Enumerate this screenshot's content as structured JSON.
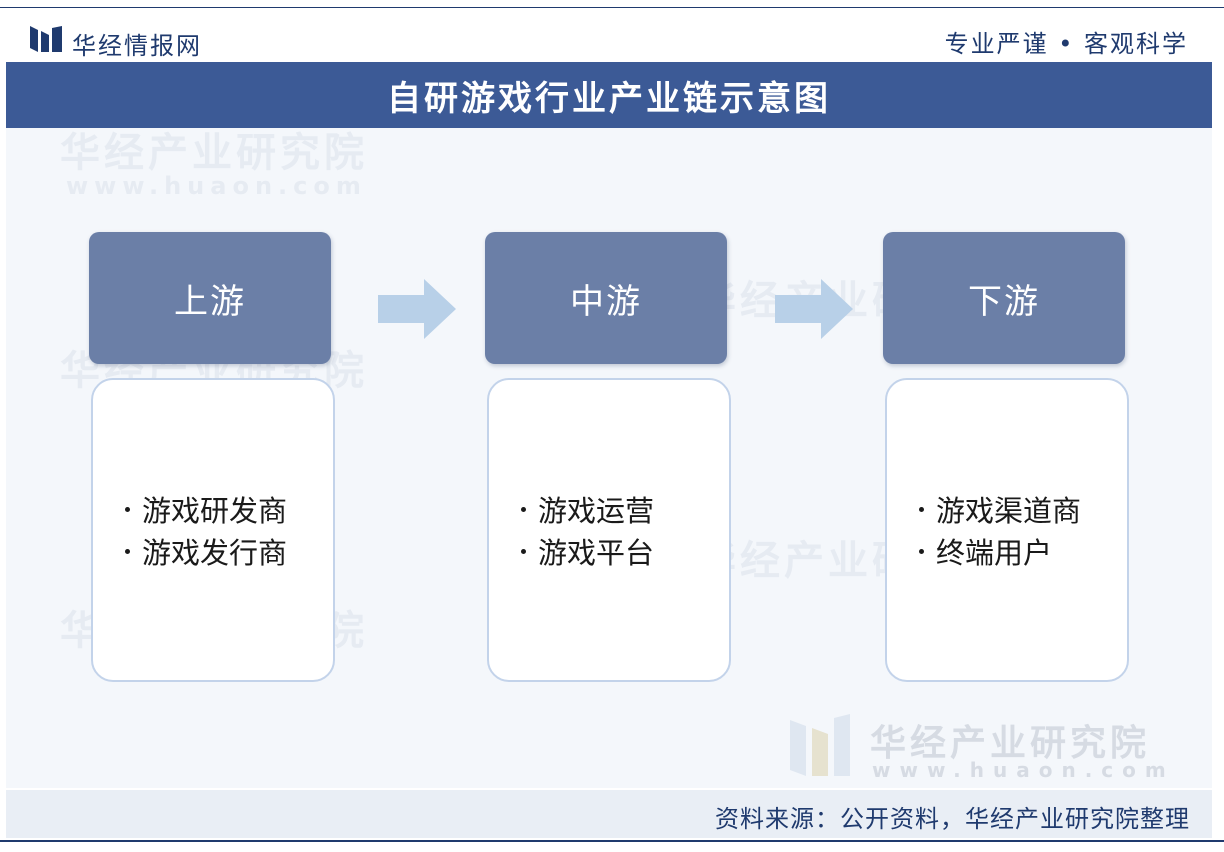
{
  "header": {
    "brand": "华经情报网",
    "slogan": "专业严谨 • 客观科学"
  },
  "title": "自研游戏行业产业链示意图",
  "stages": [
    {
      "label": "上游",
      "items": [
        "游戏研发商",
        "游戏发行商"
      ]
    },
    {
      "label": "中游",
      "items": [
        "游戏运营",
        "游戏平台"
      ]
    },
    {
      "label": "下游",
      "items": [
        "游戏渠道商",
        "终端用户"
      ]
    }
  ],
  "watermark": {
    "name": "华经产业研究院",
    "url": "www.huaon.com"
  },
  "footer": {
    "source": "资料来源：公开资料，华经产业研究院整理"
  },
  "colors": {
    "brand_navy": "#1f3a6e",
    "title_bar": "#3c5a96",
    "stage_head": "#6b7fa7",
    "stage_border": "#c3d3ea",
    "arrow": "#b8d0e8"
  }
}
